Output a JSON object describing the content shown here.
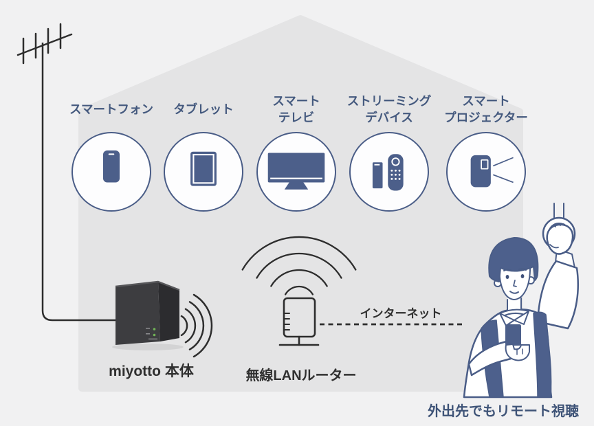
{
  "diagram_title": "miyotto home network diagram",
  "colors": {
    "page_bg": "#f1f1f2",
    "house_fill": "#e4e4e5",
    "accent_blue": "#44597e",
    "icon_blue": "#4c5f8a",
    "outline_blue": "#4a5d87",
    "dark_line": "#2d2d2d",
    "dark_text": "#2f2f2f"
  },
  "devices": [
    {
      "name": "smartphone",
      "icon": "smartphone-icon",
      "line1": "スマートフォン",
      "line2": ""
    },
    {
      "name": "tablet",
      "icon": "tablet-icon",
      "line1": "タブレット",
      "line2": ""
    },
    {
      "name": "smart-tv",
      "icon": "smart-tv-icon",
      "line1": "スマート",
      "line2": "テレビ"
    },
    {
      "name": "streaming-device",
      "icon": "streaming-device-icon",
      "line1": "ストリーミング",
      "line2": "デバイス"
    },
    {
      "name": "smart-projector",
      "icon": "smart-projector-icon",
      "line1": "スマート",
      "line2": "プロジェクター"
    }
  ],
  "miyotto": {
    "label": "miyotto 本体"
  },
  "router": {
    "label": "無線LANルーター"
  },
  "internet": {
    "label": "インターネット"
  },
  "remote_viewing": {
    "label": "外出先でもリモート視聴"
  },
  "scene_icons": [
    "tv-antenna-icon",
    "antenna-cable",
    "wifi-waves-icon",
    "router-icon",
    "internet-dashed-line",
    "hanging-strap-icon",
    "person-with-phone-illustration",
    "house-silhouette"
  ]
}
